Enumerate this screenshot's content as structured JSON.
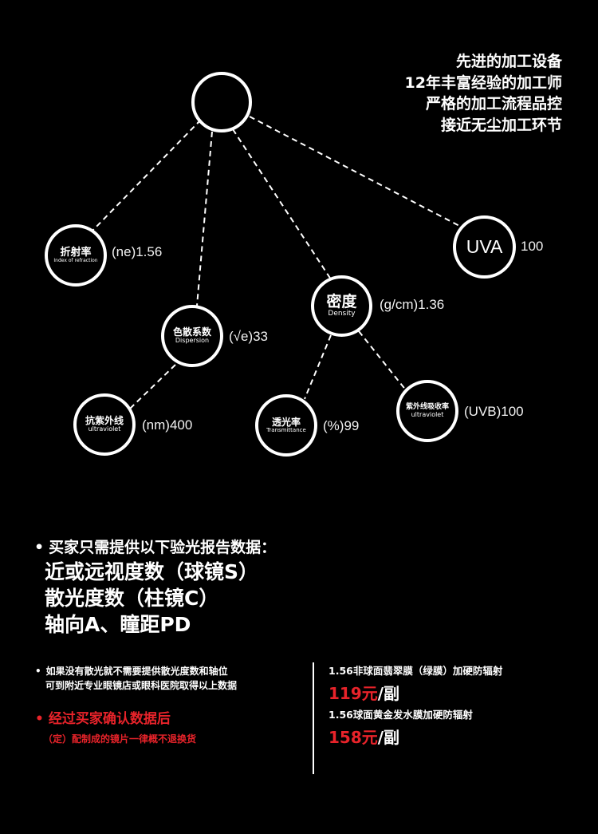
{
  "features": [
    "先进的加工设备",
    "12年丰富经验的加工师",
    "严格的加工流程品控",
    "接近无尘加工环节"
  ],
  "nodes": {
    "refraction": {
      "cn": "折射率",
      "en": "Index of refraction",
      "value": "(ne)1.56"
    },
    "uva": {
      "cn": "UVA",
      "value": "100"
    },
    "density": {
      "cn": "密度",
      "en": "Density",
      "value": "(g/cm)1.36"
    },
    "dispersion": {
      "cn": "色散系数",
      "en": "Dispersion",
      "value": "(√e)33"
    },
    "ultraviolet": {
      "cn": "抗紫外线",
      "en": "ultraviolet",
      "value": "(nm)400"
    },
    "transmittance": {
      "cn": "透光率",
      "en": "Transmittance",
      "value": "(%)99"
    },
    "uvb": {
      "cn": "紫外线吸收率",
      "en": "ultraviolet",
      "value": "(UVB)100"
    }
  },
  "requirements": {
    "bullet": "•",
    "title": "买家只需提供以下验光报告数据：",
    "lines": [
      "近或远视度数（球镜S）",
      "散光度数（柱镜C）",
      "轴向A、瞳距PD"
    ]
  },
  "notes": {
    "line1": "如果没有散光就不需要提供散光度数和轴位",
    "line2": "可到附近专业眼镜店或眼科医院取得以上数据"
  },
  "warning": {
    "line1": "经过买家确认数据后",
    "line2": "（定）配制成的镜片一律概不退换货"
  },
  "prices": [
    {
      "name": "1.56非球面翡翠膜（绿膜）加硬防辐射",
      "amount": "119元",
      "unit": "/副"
    },
    {
      "name": "1.56球面黄金发水膜加硬防辐射",
      "amount": "158元",
      "unit": "/副"
    }
  ],
  "colors": {
    "background": "#000000",
    "text": "#ffffff",
    "accent": "#e8232a"
  }
}
